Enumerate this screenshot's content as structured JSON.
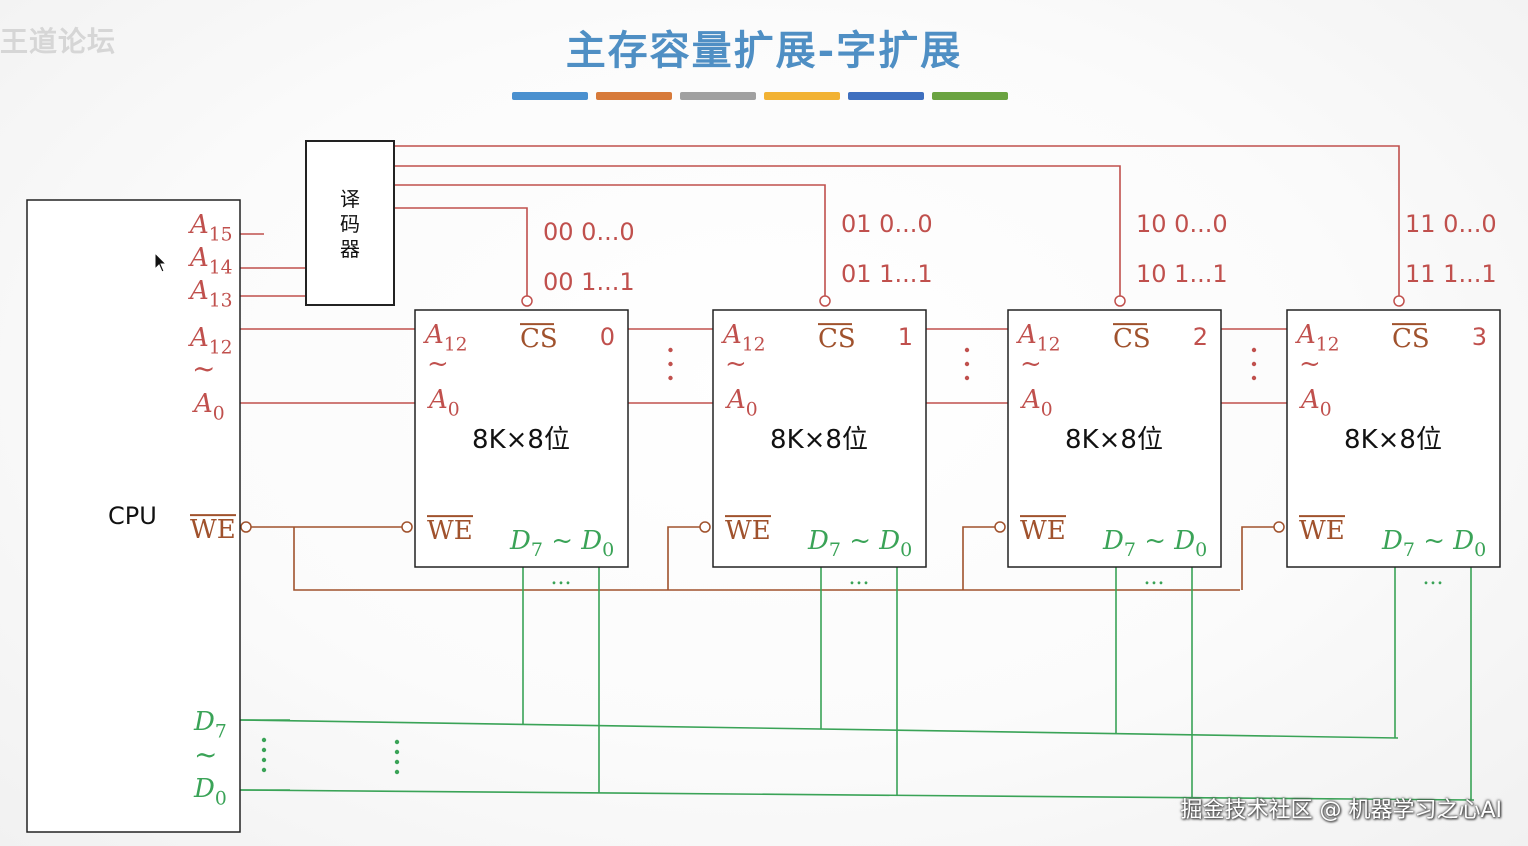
{
  "title": "主存容量扩展-字扩展",
  "title_bar_colors": [
    "#4a90cf",
    "#d77a3a",
    "#a0a0a0",
    "#f2b233",
    "#3e6fbf",
    "#6aa340"
  ],
  "watermark_top_left": "王道论坛",
  "watermark_bottom_right": "掘金技术社区 @ 机器学习之心AI",
  "colors": {
    "address": "#c0504d",
    "control": "#a0522d",
    "data": "#3aa357",
    "ink": "#111111"
  },
  "cpu": {
    "label": "CPU",
    "pins": {
      "a_high": [
        "15",
        "14",
        "13"
      ],
      "a12_sub": "12",
      "a0_sub": "0",
      "tilde": "~",
      "we": "WE",
      "d7_sub": "7",
      "d0_sub": "0"
    }
  },
  "decoder": {
    "label": [
      "译",
      "码",
      "器"
    ]
  },
  "chips": [
    {
      "index": "0",
      "capacity": "8K×8位",
      "addr_lo": "00 0...0",
      "addr_hi": "00 1...1"
    },
    {
      "index": "1",
      "capacity": "8K×8位",
      "addr_lo": "01 0...0",
      "addr_hi": "01 1...1"
    },
    {
      "index": "2",
      "capacity": "8K×8位",
      "addr_lo": "10 0...0",
      "addr_hi": "10 1...1"
    },
    {
      "index": "3",
      "capacity": "8K×8位",
      "addr_lo": "11 0...0",
      "addr_hi": "11 1...1"
    }
  ],
  "chip_pins": {
    "a_letter": "A",
    "a12_sub": "12",
    "a0_sub": "0",
    "cs": "CS",
    "we": "WE",
    "d_letter": "D",
    "d7_sub": "7",
    "d0_sub": "0",
    "tilde": "~",
    "ellipsis": "..."
  }
}
